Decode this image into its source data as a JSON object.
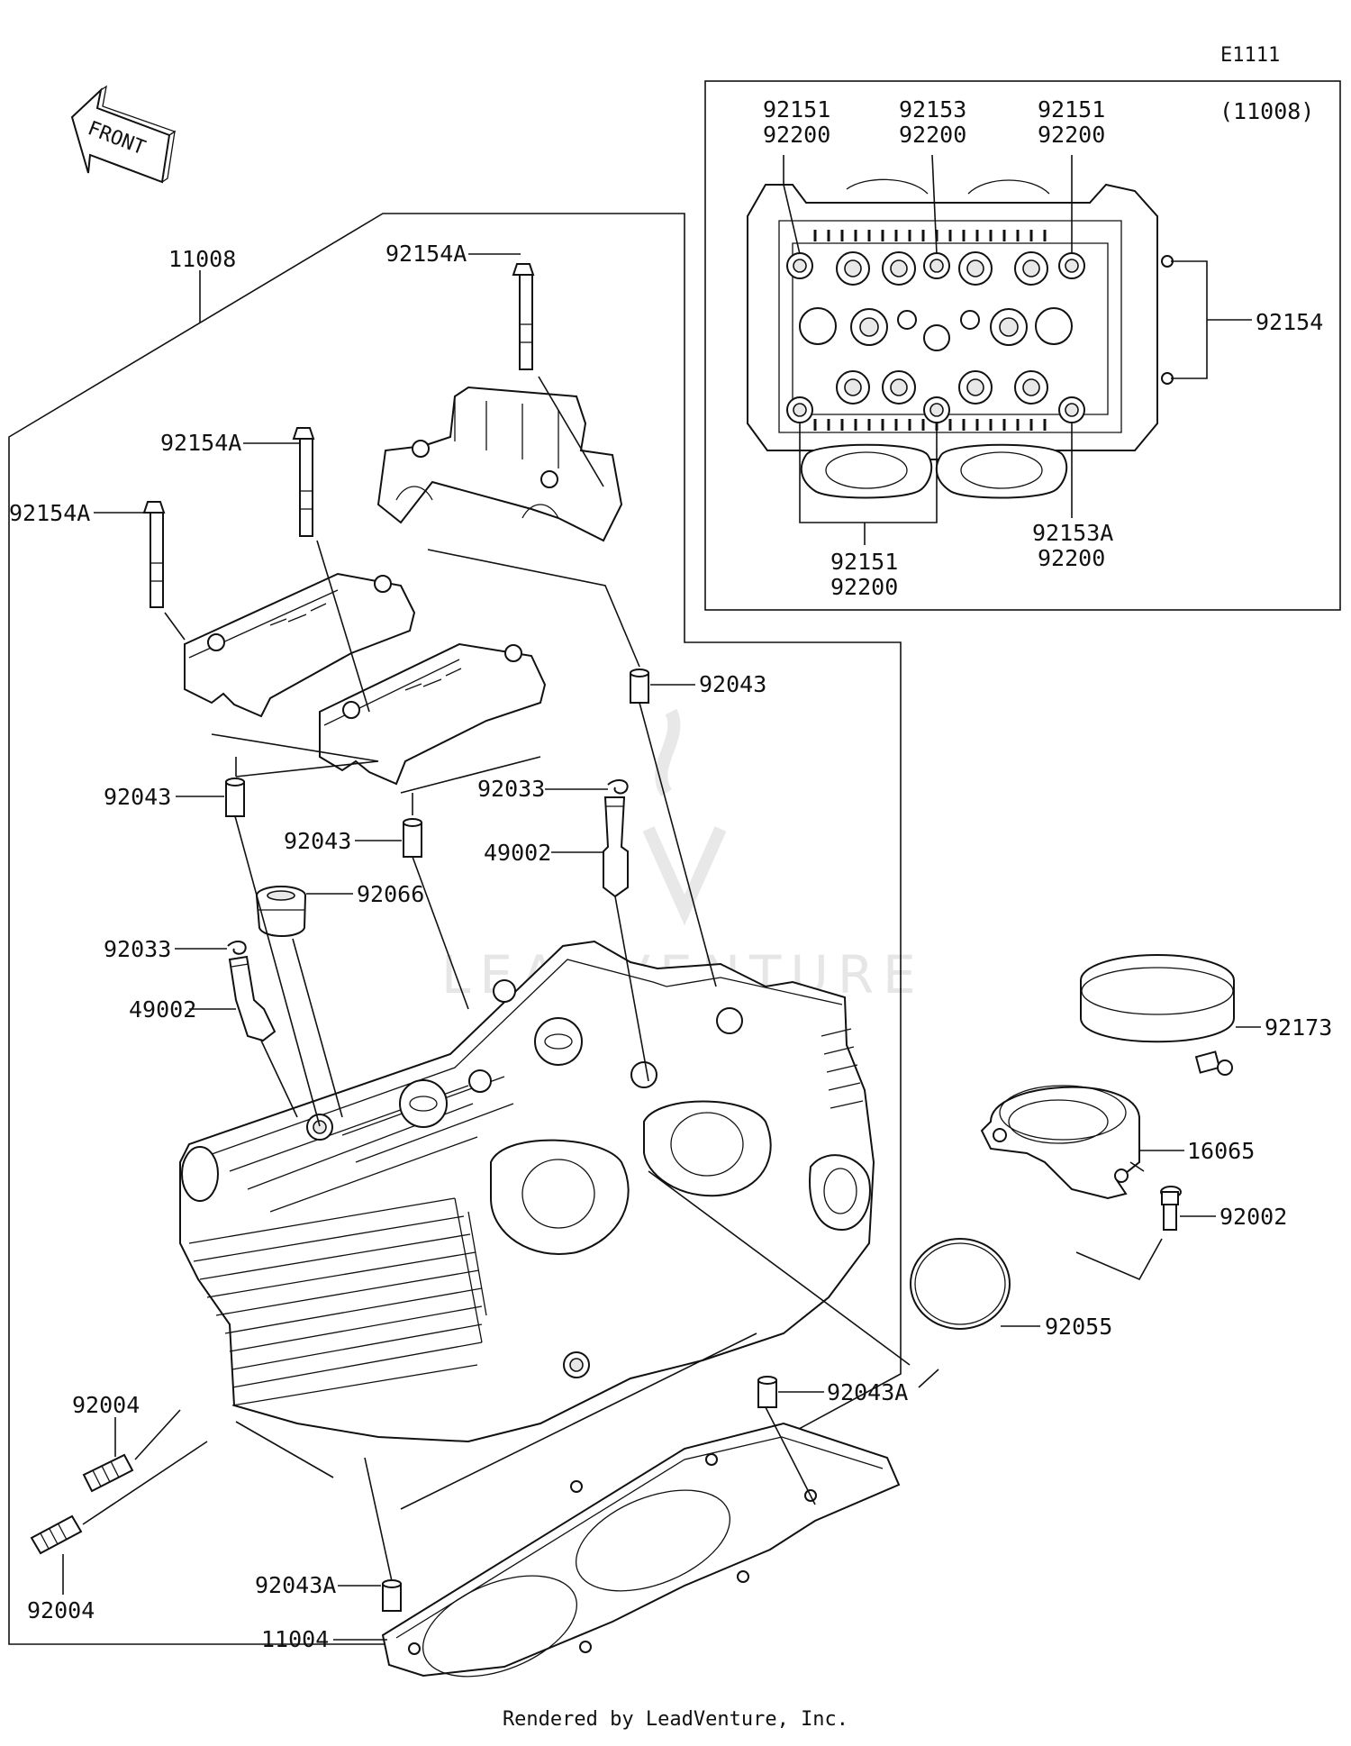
{
  "diagram_code": "E1111",
  "front_marker": "FRONT",
  "watermark": "LEADVENTURE",
  "inset": {
    "assembly_ref": "(11008)",
    "labels": {
      "top_left_a": "92151",
      "top_left_b": "92200",
      "top_mid_a": "92153",
      "top_mid_b": "92200",
      "top_right_a": "92151",
      "top_right_b": "92200",
      "side_right": "92154",
      "bottom_left_a": "92151",
      "bottom_left_b": "92200",
      "bottom_right_a": "92153A",
      "bottom_right_b": "92200"
    }
  },
  "labels": {
    "cylinder_head": "11008",
    "bolt_center": "92154A",
    "bolt_mid": "92154A",
    "bolt_left": "92154A",
    "dowel_upper_right": "92043",
    "dowel_left": "92043",
    "dowel_mid": "92043",
    "clip_upper": "92033",
    "guide_upper": "49002",
    "plug_seal": "92066",
    "clip_lower": "92033",
    "guide_lower": "49002",
    "clamp": "92173",
    "holder": "16065",
    "holder_bolt": "92002",
    "o_ring": "92055",
    "stud_upper": "92004",
    "stud_lower": "92004",
    "dowel_gasket_right": "92043A",
    "dowel_gasket_left": "92043A",
    "head_gasket": "11004"
  },
  "footer": "Rendered by LeadVenture, Inc."
}
